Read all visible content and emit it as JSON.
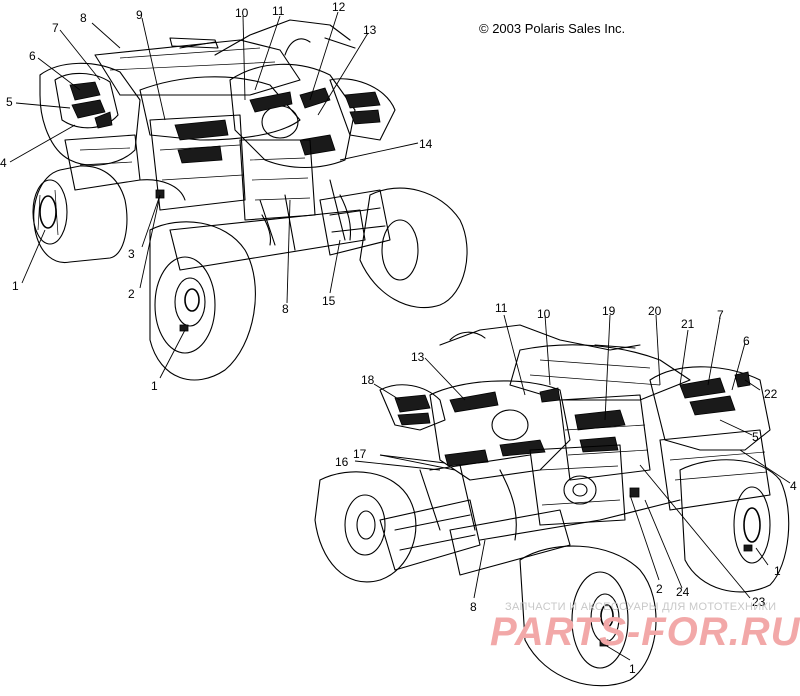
{
  "copyright": "© 2003 Polaris Sales Inc.",
  "watermark": {
    "line1": "ЗАПЧАСТИ И АКСЕССУАРЫ ДЛЯ МОТОТЕХНИКИ",
    "line2": "PARTS-FOR.RU",
    "color": "#f2a8a8"
  },
  "callouts_top": {
    "c1a": "1",
    "c1b": "1",
    "c2": "2",
    "c3": "3",
    "c4": "4",
    "c5": "5",
    "c6": "6",
    "c7": "7",
    "c8a": "8",
    "c8b": "8",
    "c9": "9",
    "c10": "10",
    "c11": "11",
    "c12": "12",
    "c13": "13",
    "c14": "14",
    "c15": "15"
  },
  "callouts_bottom": {
    "c1a": "1",
    "c1b": "1",
    "c2": "2",
    "c4": "4",
    "c5": "5",
    "c6": "6",
    "c7": "7",
    "c8": "8",
    "c10": "10",
    "c11": "11",
    "c13": "13",
    "c16": "16",
    "c17": "17",
    "c18": "18",
    "c19": "19",
    "c20": "20",
    "c21": "21",
    "c22": "22",
    "c23": "23",
    "c24": "24"
  }
}
